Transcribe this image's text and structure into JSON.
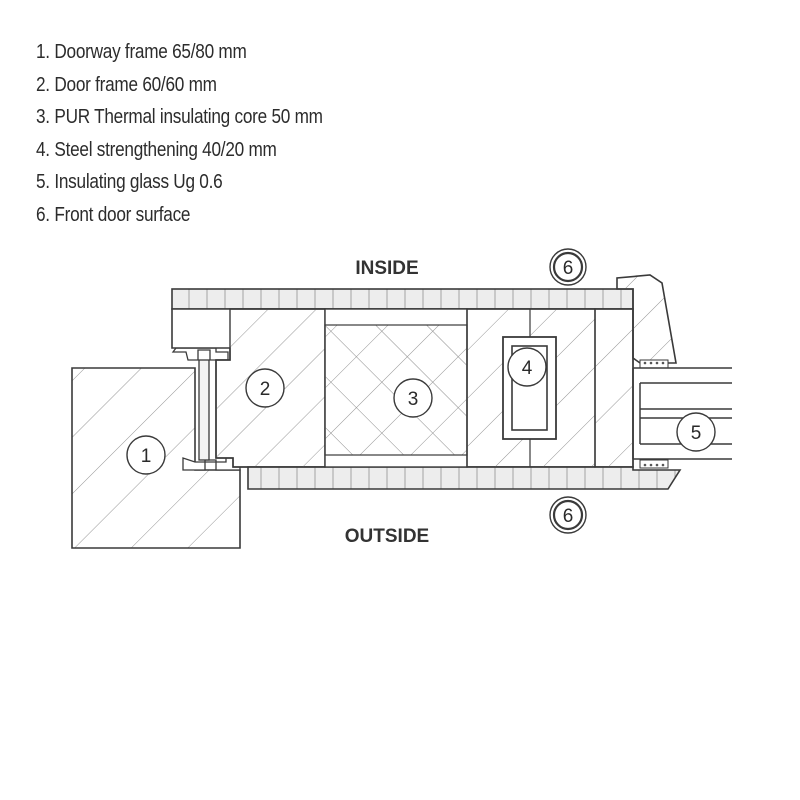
{
  "legend": {
    "items": [
      "1. Doorway frame 65/80 mm",
      "2. Door frame 60/60 mm",
      "3. PUR Thermal insulating core 50 mm",
      "4. Steel strengthening 40/20 mm",
      "5. Insulating glass Ug 0.6",
      "6. Front door surface"
    ]
  },
  "diagram": {
    "inside_label": "INSIDE",
    "outside_label": "OUTSIDE",
    "callouts": {
      "doorway_frame": "1",
      "door_frame": "2",
      "pur_core": "3",
      "steel_strengthening": "4",
      "insulating_glass": "5",
      "surface_inside": "6",
      "surface_outside": "6"
    }
  },
  "colors": {
    "line": "#3a3a3a",
    "hatch": "#8a8a8a",
    "panel_fill": "#ededed",
    "background": "#ffffff"
  }
}
